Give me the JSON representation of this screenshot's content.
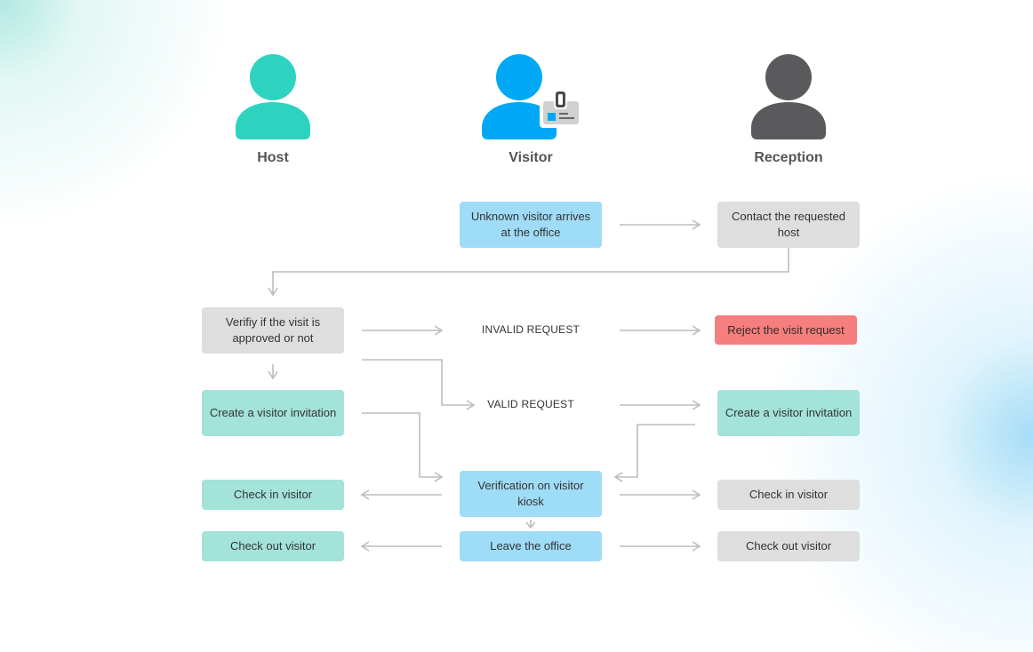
{
  "lanes": {
    "host": "Host",
    "visitor": "Visitor",
    "reception": "Reception"
  },
  "icons": {
    "host": "person-icon",
    "visitor": "person-with-badge-icon",
    "reception": "person-icon"
  },
  "colors": {
    "host_icon": "#2ed3bf",
    "visitor_icon": "#00a8f5",
    "reception_icon": "#5a5a5c",
    "badge": "#d0d0d0",
    "visitor_step": "#9fdcf7",
    "reception_step": "#dedede",
    "host_step": "#a3e3d9",
    "reject": "#f67e7e",
    "arrow": "#bdbdbd"
  },
  "steps": {
    "arrives": "Unknown visitor arrives at the office",
    "contact_host": "Contact the requested host",
    "verify": "Verifiy if the visit is approved or not",
    "reject": "Reject the visit request",
    "host_invitation": "Create a visitor invitation",
    "reception_invitation": "Create a visitor invitation",
    "kiosk": "Verification on visitor kiosk",
    "host_check_in": "Check in visitor",
    "reception_check_in": "Check in visitor",
    "leave": "Leave the office",
    "host_check_out": "Check out visitor",
    "reception_check_out": "Check out visitor"
  },
  "labels": {
    "invalid": "INVALID REQUEST",
    "valid": "VALID REQUEST"
  }
}
